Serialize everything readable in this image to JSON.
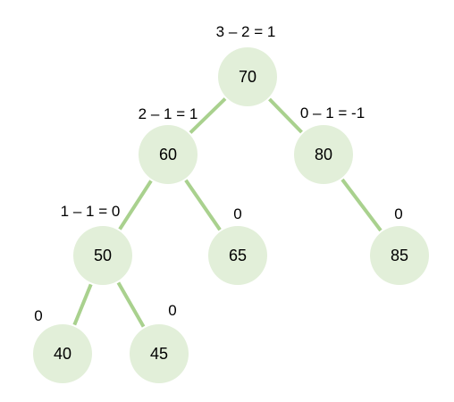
{
  "colors": {
    "node_fill": "#e2efd9",
    "edge": "#a9d18e",
    "text": "#000000"
  },
  "nodes": [
    {
      "id": "n70",
      "value": "70",
      "balance": "3 – 2 = 1"
    },
    {
      "id": "n60",
      "value": "60",
      "balance": "2 – 1 = 1"
    },
    {
      "id": "n80",
      "value": "80",
      "balance": "0 – 1 = -1"
    },
    {
      "id": "n50",
      "value": "50",
      "balance": "1 – 1 = 0"
    },
    {
      "id": "n65",
      "value": "65",
      "balance": "0"
    },
    {
      "id": "n85",
      "value": "85",
      "balance": "0"
    },
    {
      "id": "n40",
      "value": "40",
      "balance": "0"
    },
    {
      "id": "n45",
      "value": "45",
      "balance": "0"
    }
  ],
  "edges": [
    [
      "n70",
      "n60"
    ],
    [
      "n70",
      "n80"
    ],
    [
      "n60",
      "n50"
    ],
    [
      "n60",
      "n65"
    ],
    [
      "n80",
      "n85"
    ],
    [
      "n50",
      "n40"
    ],
    [
      "n50",
      "n45"
    ]
  ]
}
